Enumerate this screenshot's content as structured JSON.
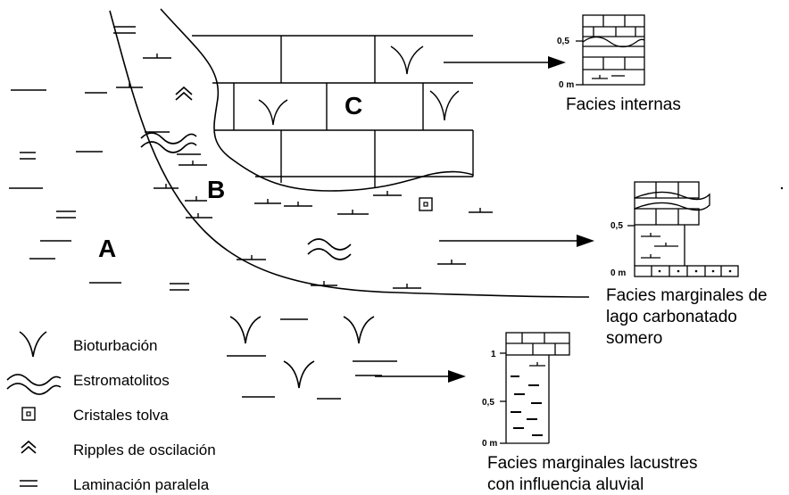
{
  "zones": {
    "a": "A",
    "b": "B",
    "c": "C"
  },
  "columns": {
    "internal": {
      "caption": [
        "Facies internas"
      ],
      "ticks": [
        "0,5",
        "0 m"
      ]
    },
    "marginal_carbonate": {
      "caption": [
        "Facies marginales de",
        "lago carbonatado",
        "somero"
      ],
      "ticks": [
        "0,5",
        "0 m"
      ]
    },
    "marginal_alluvial": {
      "caption": [
        "Facies marginales lacustres",
        "con influencia aluvial"
      ],
      "ticks": [
        "1",
        "0,5",
        "0 m"
      ]
    }
  },
  "legend": {
    "bioturbation": "Bioturbación",
    "stromatolites": "Estromatolitos",
    "hopper_crystals": "Cristales tolva",
    "oscillation_ripples": "Ripples de oscilación",
    "parallel_lamination": "Laminación paralela"
  },
  "icons": [
    "bioturbation-icon",
    "stromatolite-icon",
    "hopper-crystal-icon",
    "ripple-icon",
    "lamination-icon"
  ]
}
